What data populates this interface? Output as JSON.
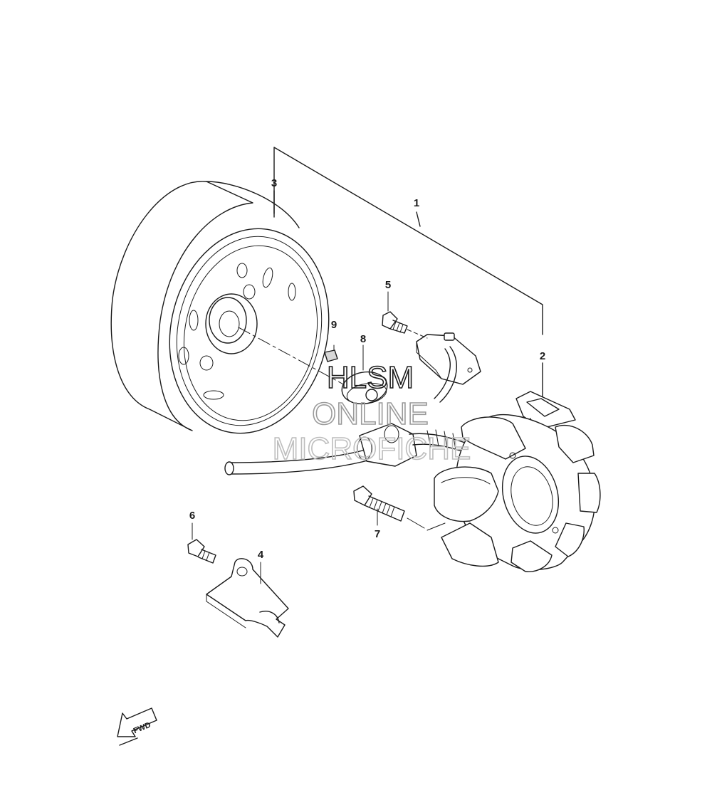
{
  "callouts": [
    {
      "id": "1",
      "label": "1"
    },
    {
      "id": "2",
      "label": "2"
    },
    {
      "id": "3",
      "label": "3"
    },
    {
      "id": "4",
      "label": "4"
    },
    {
      "id": "5",
      "label": "5"
    },
    {
      "id": "6",
      "label": "6"
    },
    {
      "id": "7",
      "label": "7"
    },
    {
      "id": "8",
      "label": "8"
    },
    {
      "id": "9",
      "label": "9"
    }
  ],
  "watermark": {
    "line1": "HLSM",
    "line2": "ONLINE",
    "line3": "MICROFICHE"
  },
  "fwd_arrow": {
    "label": "FWD"
  },
  "colors": {
    "line": "#1a1a1a",
    "watermark1": "#1a1a1a",
    "watermark2": "#9a9a9a",
    "watermark3": "#bdbdbd"
  }
}
